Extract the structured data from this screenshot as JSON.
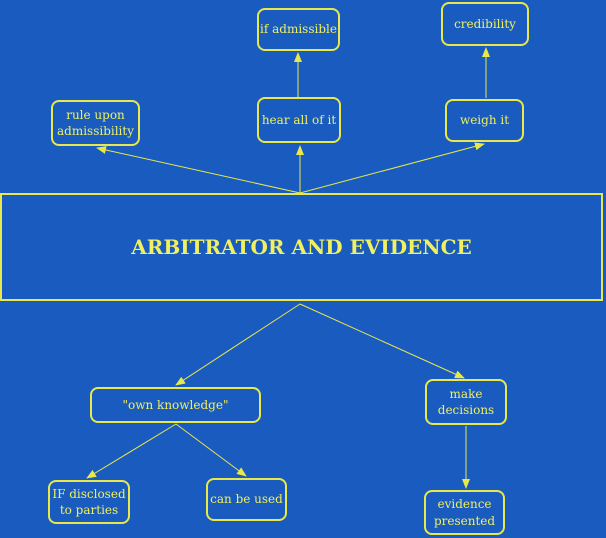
{
  "colors": {
    "background": "#1a5bbf",
    "line": "#e8e84a",
    "text": "#f0f060"
  },
  "main": {
    "title": "ARBITRATOR AND EVIDENCE"
  },
  "nodes": {
    "rule_upon": {
      "lines": [
        "rule upon",
        "admissibility"
      ]
    },
    "hear_all": {
      "lines": [
        "hear all of it"
      ]
    },
    "if_admissible": {
      "lines": [
        "if admissible"
      ]
    },
    "weigh_it": {
      "lines": [
        "weigh it"
      ]
    },
    "credibility": {
      "lines": [
        "credibility"
      ]
    },
    "own_knowledge": {
      "lines": [
        "\"own knowledge\""
      ]
    },
    "if_disclosed": {
      "lines": [
        "IF disclosed",
        "to parties"
      ]
    },
    "can_be_used": {
      "lines": [
        "can be used"
      ]
    },
    "make_decisions": {
      "lines": [
        "make",
        "decisions"
      ]
    },
    "evidence_presented": {
      "lines": [
        "evidence",
        "presented"
      ]
    }
  }
}
